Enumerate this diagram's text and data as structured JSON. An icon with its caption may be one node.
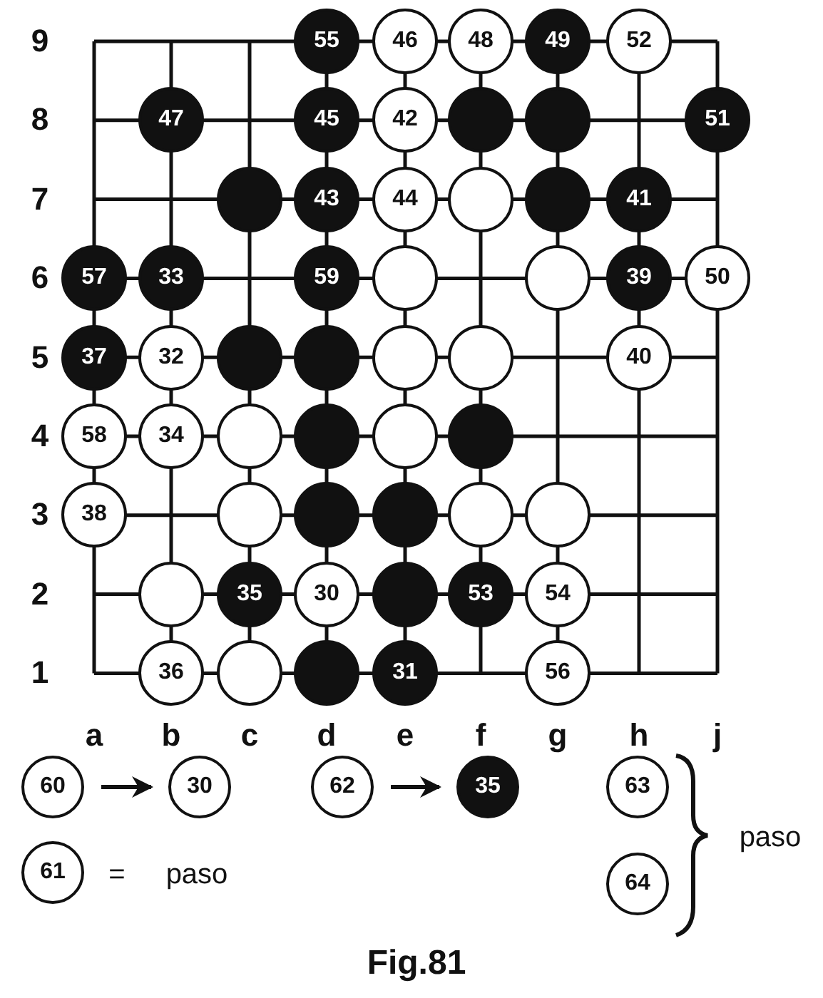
{
  "diagram": {
    "caption": "Fig.81",
    "nodes": [
      {
        "text": [
          "55"
        ]
      },
      {
        "text": [
          "46"
        ]
      },
      {
        "text": [
          "48"
        ]
      },
      {
        "text": [
          "49"
        ]
      },
      {
        "text": [
          "52"
        ]
      },
      {
        "text": [
          "47"
        ]
      },
      {
        "text": [
          "45"
        ]
      },
      {
        "text": [
          "42"
        ]
      },
      {
        "text": [],
        "shape": "circle"
      },
      {
        "text": [],
        "shape": "circle"
      },
      {
        "text": [
          "51"
        ]
      },
      {
        "text": [],
        "shape": "circle"
      },
      {
        "text": [
          "43"
        ]
      },
      {
        "text": [
          "44"
        ]
      },
      {
        "text": [],
        "shape": "circle"
      },
      {
        "text": [],
        "shape": "circle"
      },
      {
        "text": [
          "41"
        ]
      },
      {
        "text": [
          "57"
        ]
      },
      {
        "text": [
          "33"
        ]
      },
      {
        "text": [
          "59"
        ]
      },
      {
        "text": [],
        "shape": "circle"
      },
      {
        "text": [],
        "shape": "circle"
      },
      {
        "text": [
          "39"
        ]
      },
      {
        "text": [
          "50"
        ]
      },
      {
        "text": [
          "37"
        ]
      },
      {
        "text": [
          "32"
        ]
      },
      {
        "text": [],
        "shape": "circle"
      },
      {
        "text": [],
        "shape": "circle"
      },
      {
        "text": [],
        "shape": "circle"
      },
      {
        "text": [],
        "shape": "circle"
      },
      {
        "text": [
          "40"
        ]
      },
      {
        "text": [
          "58"
        ]
      },
      {
        "text": [
          "34"
        ]
      },
      {
        "text": [],
        "shape": "circle"
      },
      {
        "text": [],
        "shape": "circle"
      },
      {
        "text": [],
        "shape": "circle"
      },
      {
        "text": [],
        "shape": "circle"
      },
      {
        "text": [
          "38"
        ]
      },
      {
        "text": [],
        "shape": "circle"
      },
      {
        "text": [],
        "shape": "circle"
      },
      {
        "text": [],
        "shape": "circle"
      },
      {
        "text": [],
        "shape": "circle"
      },
      {
        "text": [],
        "shape": "circle"
      },
      {
        "text": [],
        "shape": "circle"
      },
      {
        "text": [
          "35"
        ]
      },
      {
        "text": [
          "30"
        ]
      },
      {
        "text": [],
        "shape": "circle"
      },
      {
        "text": [
          "53"
        ]
      },
      {
        "text": [
          "54"
        ]
      },
      {
        "text": [
          "36"
        ]
      },
      {
        "text": [],
        "shape": "circle"
      },
      {
        "text": [],
        "shape": "circle"
      },
      {
        "text": [
          "31"
        ]
      },
      {
        "text": [
          "56"
        ]
      },
      {
        "text": [
          "60"
        ]
      },
      {
        "text": [
          "30"
        ]
      },
      {
        "text": [
          "62"
        ]
      },
      {
        "text": [
          "35"
        ]
      },
      {
        "text": [
          "63"
        ]
      },
      {
        "text": [
          "61"
        ]
      },
      {
        "text": [
          "64"
        ]
      }
    ],
    "edges": [
      {
        "from": 54,
        "to": 55,
        "arrow": "to"
      },
      {
        "from": 56,
        "to": 57,
        "arrow": "to"
      }
    ],
    "labels": [
      "9",
      "8",
      "7",
      "6",
      "5",
      "4",
      "3",
      "2",
      "1",
      "a",
      "b",
      "c",
      "d",
      "e",
      "f",
      "g",
      "h",
      "j",
      "=",
      "paso",
      "paso"
    ]
  }
}
